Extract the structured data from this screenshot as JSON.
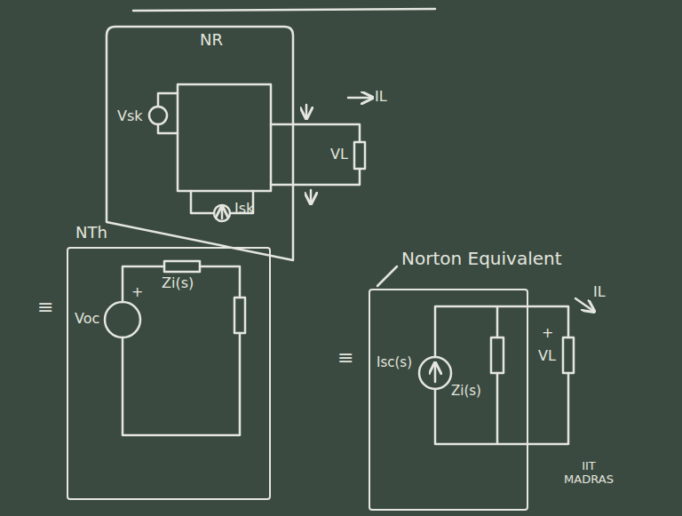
{
  "diagram": {
    "nodes": [
      {
        "text": [
          "NR"
        ]
      },
      {
        "text": [
          "NTh"
        ]
      },
      {
        "text": [
          "Norton Equivalent"
        ]
      }
    ],
    "labels": [
      "Vsk",
      "IL",
      "VL",
      "Isk",
      "≡",
      "+",
      "Voc",
      "Zi(s)",
      "≡",
      "Isc(s)",
      "Zi(s)",
      "+",
      "VL",
      "IL",
      "IIT MADRAS"
    ]
  }
}
